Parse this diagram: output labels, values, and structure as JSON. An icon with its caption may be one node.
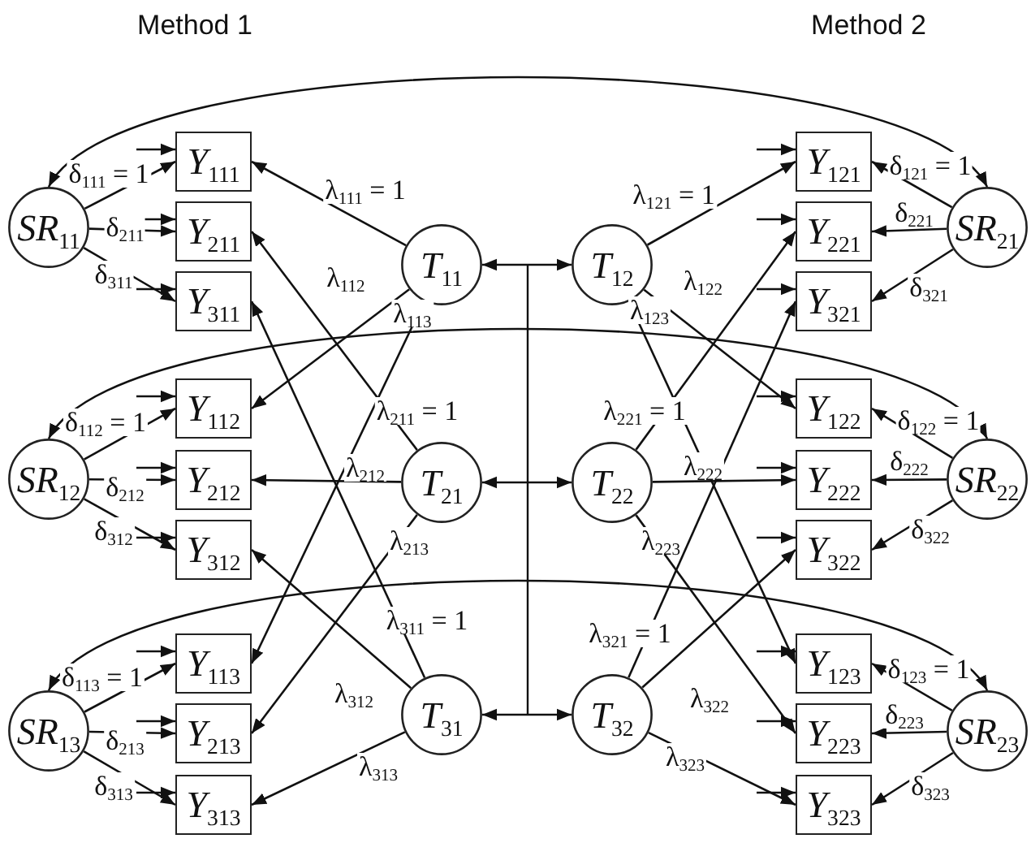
{
  "diagram": {
    "nodes": [
      {
        "text": [
          "*SR*$_{11}$"
        ]
      },
      {
        "text": [
          "*Y*$_{111}$"
        ]
      },
      {
        "text": [
          "*Y*$_{211}$"
        ]
      },
      {
        "text": [
          "*Y*$_{311}$"
        ]
      },
      {
        "text": [
          "*T*$_{11}$"
        ]
      },
      {
        "text": [
          "*T*$_{12}$"
        ]
      },
      {
        "text": [
          "*Y*$_{121}$"
        ]
      },
      {
        "text": [
          "*Y*$_{221}$"
        ]
      },
      {
        "text": [
          "*Y*$_{321}$"
        ]
      },
      {
        "text": [
          "*SR*$_{21}$"
        ]
      },
      {
        "text": [
          "*SR*$_{12}$"
        ]
      },
      {
        "text": [
          "*Y*$_{112}$"
        ]
      },
      {
        "text": [
          "*Y*$_{212}$"
        ]
      },
      {
        "text": [
          "*Y*$_{312}$"
        ]
      },
      {
        "text": [
          "*T*$_{21}$"
        ]
      },
      {
        "text": [
          "*T*$_{22}$"
        ]
      },
      {
        "text": [
          "*Y*$_{122}$"
        ]
      },
      {
        "text": [
          "*Y*$_{222}$"
        ]
      },
      {
        "text": [
          "*Y*$_{322}$"
        ]
      },
      {
        "text": [
          "*SR*$_{22}$"
        ]
      },
      {
        "text": [
          "*SR*$_{13}$"
        ]
      },
      {
        "text": [
          "*Y*$_{113}$"
        ]
      },
      {
        "text": [
          "*Y*$_{213}$"
        ]
      },
      {
        "text": [
          "*Y*$_{313}$"
        ]
      },
      {
        "text": [
          "*T*$_{31}$"
        ]
      },
      {
        "text": [
          "*T*$_{32}$"
        ]
      },
      {
        "text": [
          "*Y*$_{123}$"
        ]
      },
      {
        "text": [
          "*Y*$_{223}$"
        ]
      },
      {
        "text": [
          "*Y*$_{323}$"
        ]
      },
      {
        "text": [
          "*SR*$_{23}$"
        ]
      }
    ],
    "edges": [
      {
        "from": 0,
        "to": 1,
        "arrow": "to",
        "label": "δ$_{111}$ = 1"
      },
      {
        "from": 0,
        "to": 2,
        "arrow": "to",
        "label": "δ$_{211}$"
      },
      {
        "from": 0,
        "to": 3,
        "arrow": "to",
        "label": "δ$_{311}$"
      },
      {
        "from": 9,
        "to": 6,
        "arrow": "to",
        "label": "δ$_{121}$ = 1"
      },
      {
        "from": 9,
        "to": 7,
        "arrow": "to",
        "label": "δ$_{221}$"
      },
      {
        "from": 9,
        "to": 8,
        "arrow": "to",
        "label": "δ$_{321}$"
      },
      {
        "from": 0,
        "to": 9,
        "arrow": "both"
      },
      {
        "from": 4,
        "to": 5,
        "arrow": "both"
      },
      {
        "from": 10,
        "to": 11,
        "arrow": "to",
        "label": "δ$_{112}$ = 1"
      },
      {
        "from": 10,
        "to": 12,
        "arrow": "to",
        "label": "δ$_{212}$"
      },
      {
        "from": 10,
        "to": 13,
        "arrow": "to",
        "label": "δ$_{312}$"
      },
      {
        "from": 19,
        "to": 16,
        "arrow": "to",
        "label": "δ$_{122}$ = 1"
      },
      {
        "from": 19,
        "to": 17,
        "arrow": "to",
        "label": "δ$_{222}$"
      },
      {
        "from": 19,
        "to": 18,
        "arrow": "to",
        "label": "δ$_{322}$"
      },
      {
        "from": 10,
        "to": 19,
        "arrow": "both"
      },
      {
        "from": 14,
        "to": 15,
        "arrow": "both"
      },
      {
        "from": 20,
        "to": 21,
        "arrow": "to",
        "label": "δ$_{113}$ = 1"
      },
      {
        "from": 20,
        "to": 22,
        "arrow": "to",
        "label": "δ$_{213}$"
      },
      {
        "from": 20,
        "to": 23,
        "arrow": "to",
        "label": "δ$_{313}$"
      },
      {
        "from": 29,
        "to": 26,
        "arrow": "to",
        "label": "δ$_{123}$ = 1"
      },
      {
        "from": 29,
        "to": 27,
        "arrow": "to",
        "label": "δ$_{223}$"
      },
      {
        "from": 29,
        "to": 28,
        "arrow": "to",
        "label": "δ$_{323}$"
      },
      {
        "from": 20,
        "to": 29,
        "arrow": "both"
      },
      {
        "from": 24,
        "to": 25,
        "arrow": "both"
      },
      {
        "from": 4,
        "to": 1,
        "arrow": "to",
        "label": "λ$_{111}$ = 1"
      },
      {
        "from": 4,
        "to": 11,
        "arrow": "to",
        "label": "λ$_{112}$"
      },
      {
        "from": 4,
        "to": 21,
        "arrow": "to",
        "label": "λ$_{113}$"
      },
      {
        "from": 14,
        "to": 2,
        "arrow": "to",
        "label": "λ$_{211}$ = 1"
      },
      {
        "from": 14,
        "to": 12,
        "arrow": "to",
        "label": "λ$_{212}$"
      },
      {
        "from": 14,
        "to": 22,
        "arrow": "to",
        "label": "λ$_{213}$"
      },
      {
        "from": 24,
        "to": 3,
        "arrow": "to",
        "label": "λ$_{311}$ = 1"
      },
      {
        "from": 24,
        "to": 13,
        "arrow": "to",
        "label": "λ$_{312}$"
      },
      {
        "from": 24,
        "to": 23,
        "arrow": "to",
        "label": "λ$_{313}$"
      },
      {
        "from": 5,
        "to": 6,
        "arrow": "to",
        "label": "λ$_{121}$ = 1"
      },
      {
        "from": 5,
        "to": 16,
        "arrow": "to",
        "label": "λ$_{122}$"
      },
      {
        "from": 5,
        "to": 26,
        "arrow": "to",
        "label": "λ$_{123}$"
      },
      {
        "from": 15,
        "to": 7,
        "arrow": "to",
        "label": "λ$_{221}$ = 1"
      },
      {
        "from": 15,
        "to": 17,
        "arrow": "to",
        "label": "λ$_{222}$"
      },
      {
        "from": 15,
        "to": 27,
        "arrow": "to",
        "label": "λ$_{223}$"
      },
      {
        "from": 25,
        "to": 8,
        "arrow": "to",
        "label": "λ$_{321}$ = 1"
      },
      {
        "from": 25,
        "to": 18,
        "arrow": "to",
        "label": "λ$_{322}$"
      },
      {
        "from": 25,
        "to": 28,
        "arrow": "to",
        "label": "λ$_{323}$"
      },
      {
        "from": null,
        "to": 1,
        "arrow": "to"
      },
      {
        "from": null,
        "to": 2,
        "arrow": "to"
      },
      {
        "from": null,
        "to": 3,
        "arrow": "to"
      },
      {
        "from": null,
        "to": 6,
        "arrow": "to"
      },
      {
        "from": null,
        "to": 7,
        "arrow": "to"
      },
      {
        "from": null,
        "to": 8,
        "arrow": "to"
      },
      {
        "from": null,
        "to": 11,
        "arrow": "to"
      },
      {
        "from": null,
        "to": 12,
        "arrow": "to"
      },
      {
        "from": null,
        "to": 13,
        "arrow": "to"
      },
      {
        "from": null,
        "to": 16,
        "arrow": "to"
      },
      {
        "from": null,
        "to": 17,
        "arrow": "to"
      },
      {
        "from": null,
        "to": 18,
        "arrow": "to"
      },
      {
        "from": null,
        "to": 21,
        "arrow": "to"
      },
      {
        "from": null,
        "to": 22,
        "arrow": "to"
      },
      {
        "from": null,
        "to": 23,
        "arrow": "to"
      },
      {
        "from": null,
        "to": 26,
        "arrow": "to"
      },
      {
        "from": null,
        "to": 27,
        "arrow": "to"
      },
      {
        "from": null,
        "to": 28,
        "arrow": "to"
      }
    ],
    "labels": [
      "Method 1",
      "Method 2"
    ]
  }
}
